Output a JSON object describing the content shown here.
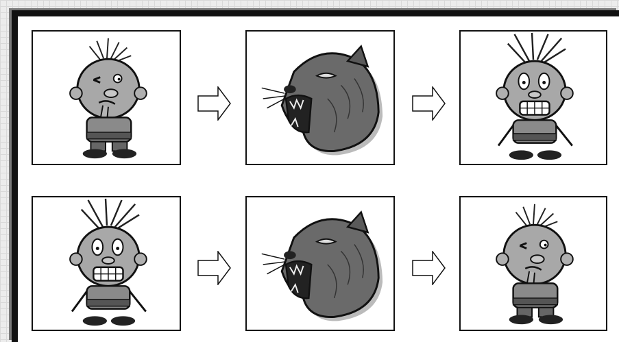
{
  "diagram": {
    "rows": [
      {
        "sequence": [
          "boy-calm",
          "panther-head",
          "boy-scared"
        ]
      },
      {
        "sequence": [
          "boy-scared",
          "panther-head",
          "boy-calm"
        ]
      }
    ],
    "connector_icon": "right-outline-arrow-icon",
    "colors": {
      "frame_border": "#111111",
      "panel_border": "#111111",
      "background_grid": "#d9d9d9",
      "figure_gray": "#a8a8a8",
      "dark_gray": "#444444"
    }
  }
}
